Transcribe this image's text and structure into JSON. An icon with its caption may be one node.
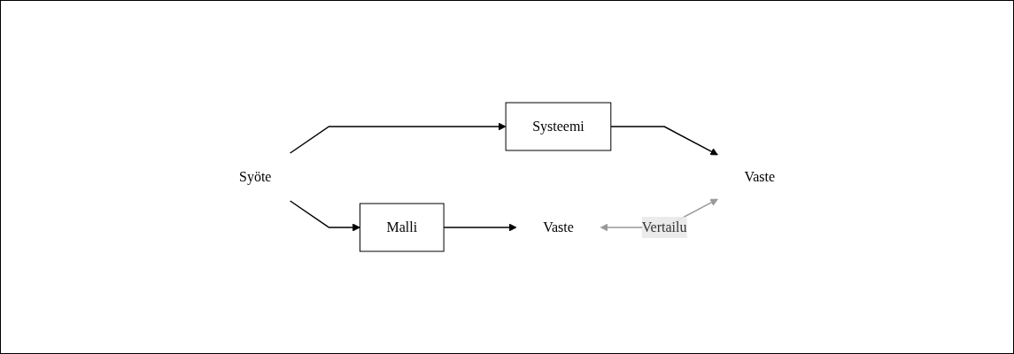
{
  "diagram": {
    "nodes": [
      {
        "text": [
          "Syöte"
        ]
      },
      {
        "text": [
          "Malli"
        ]
      },
      {
        "text": [
          "Systeemi"
        ]
      },
      {
        "text": [
          "Vaste"
        ]
      },
      {
        "text": [
          "Vaste"
        ]
      }
    ],
    "edges": [
      {
        "from": 0,
        "to": 1,
        "arrow": "to"
      },
      {
        "from": 0,
        "to": 2,
        "arrow": "to"
      },
      {
        "from": 1,
        "to": 3,
        "arrow": "to"
      },
      {
        "from": 2,
        "to": 4,
        "arrow": "to"
      },
      {
        "from": 3,
        "to": 4,
        "arrow": "both",
        "label": "Vertailu",
        "color": "#999999"
      }
    ]
  }
}
